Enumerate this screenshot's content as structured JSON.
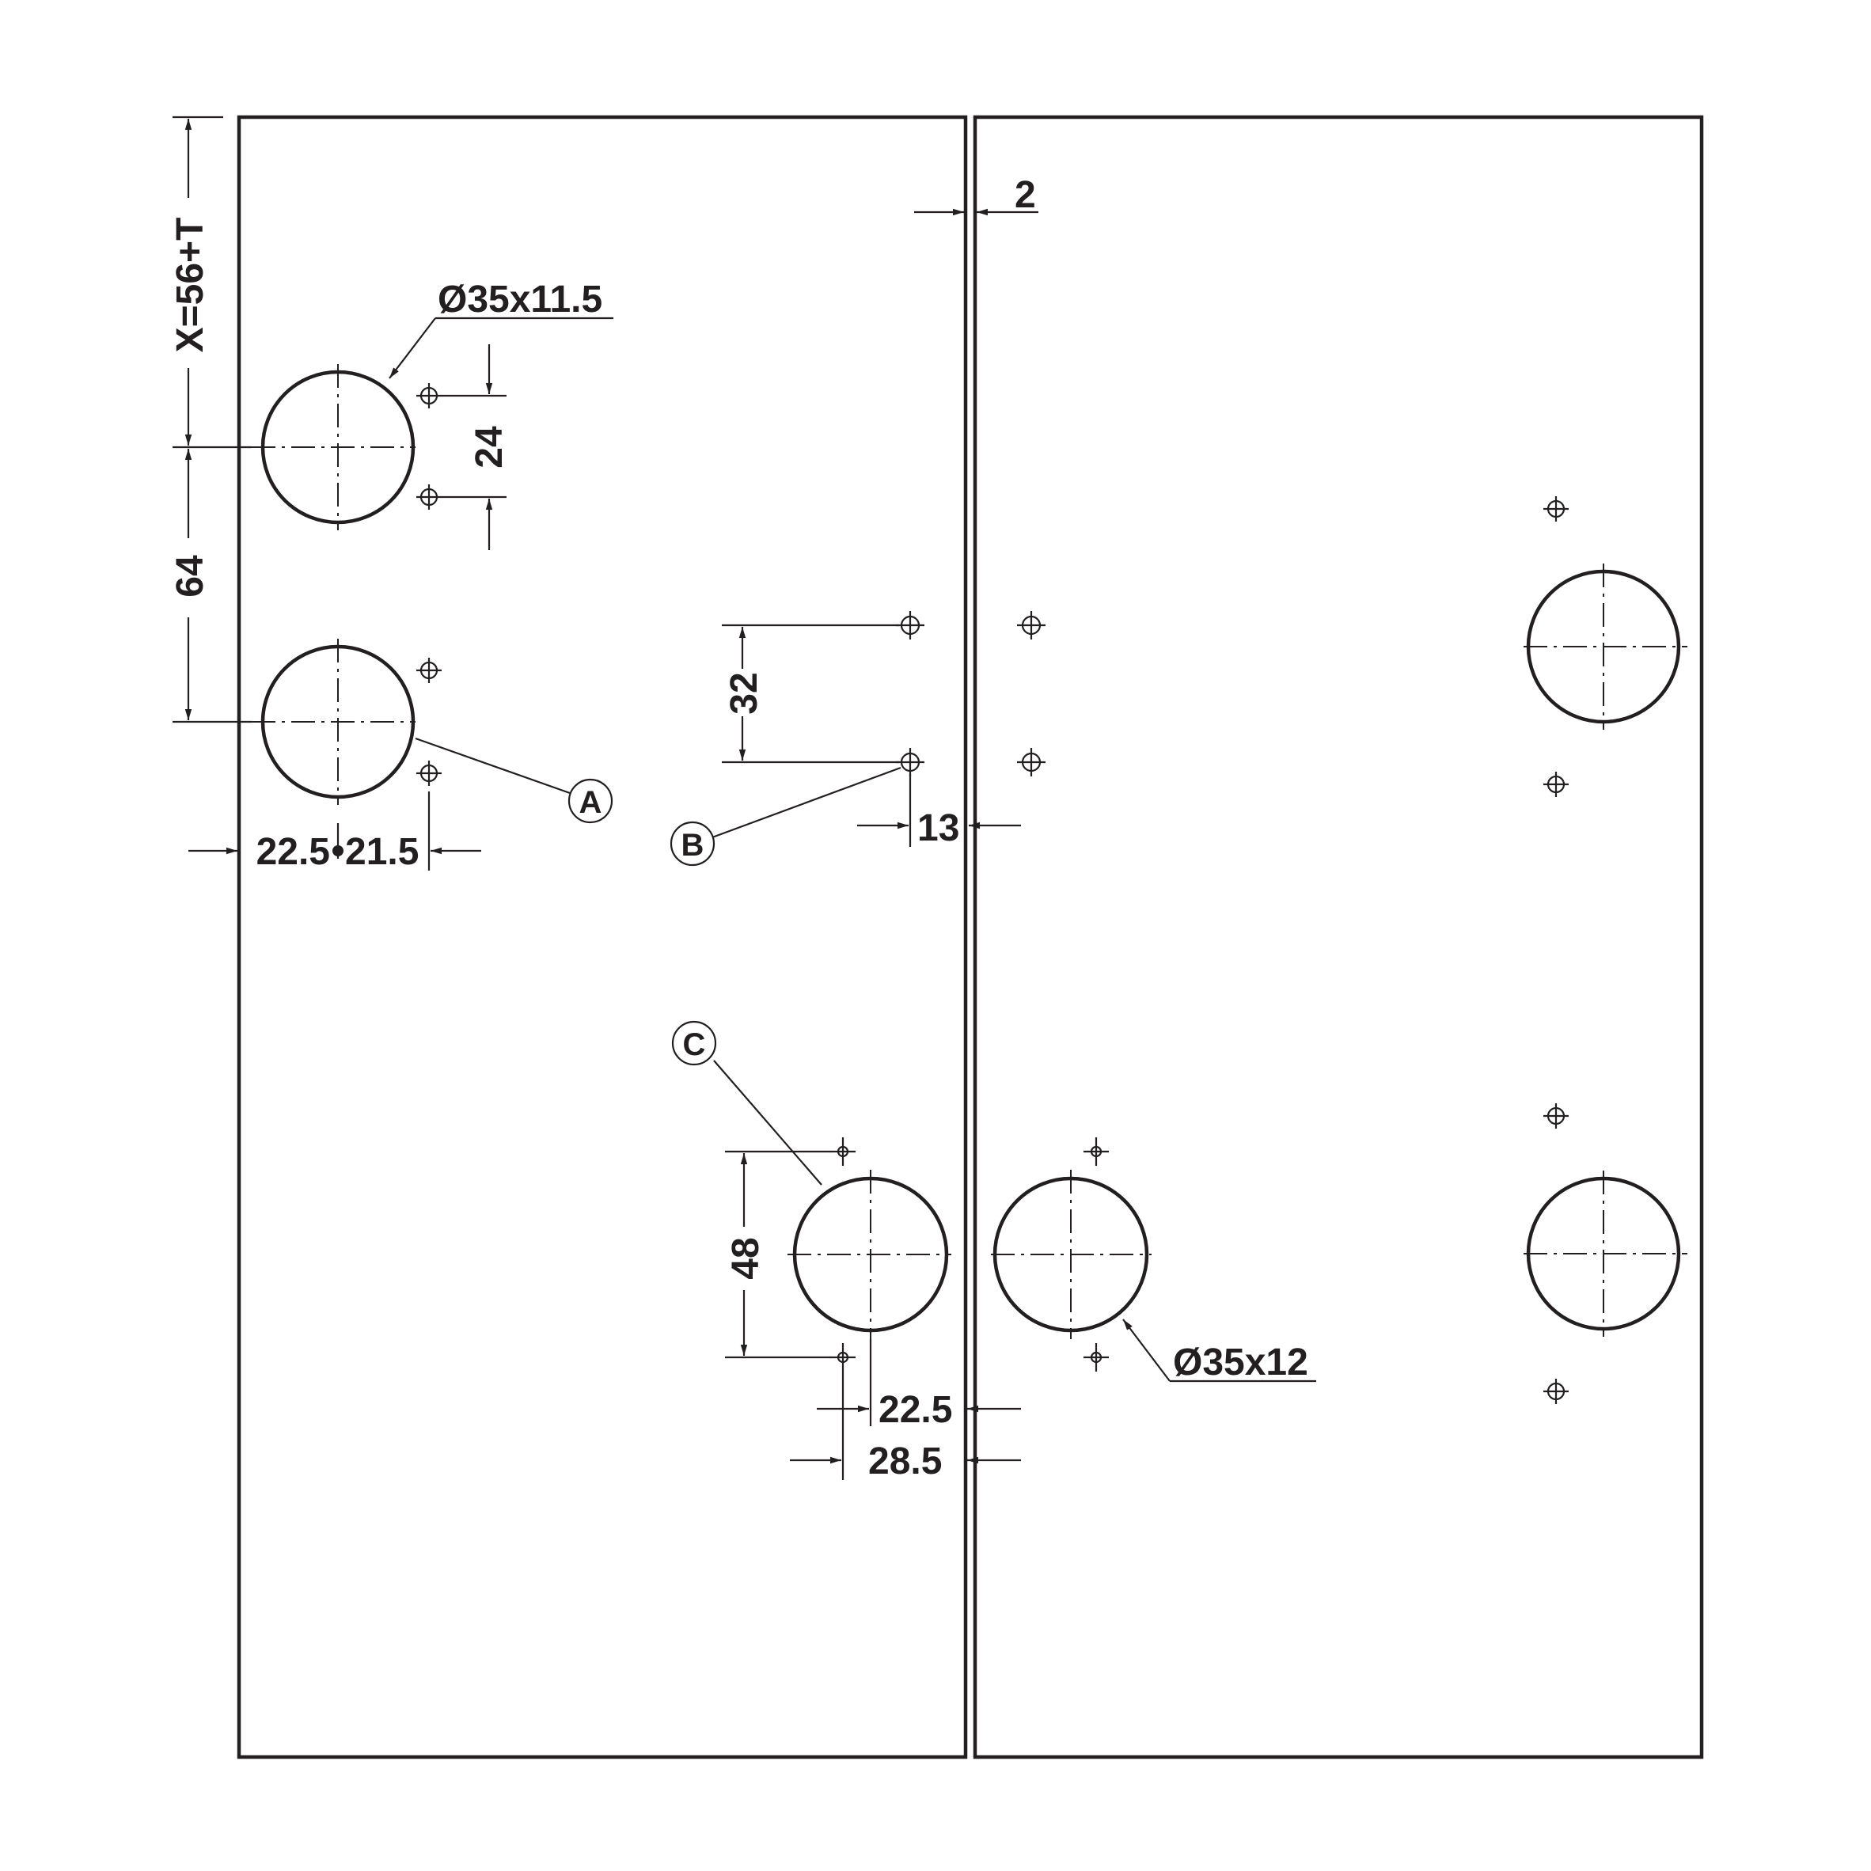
{
  "dimensions": {
    "x_formula": "X=56+T",
    "bore_1": "Ø35x11.5",
    "bore_2": "Ø35x12",
    "gap": "2",
    "pitch_24": "24",
    "pitch_64": "64",
    "pitch_32": "32",
    "pitch_48": "48",
    "offset_13": "13",
    "edge_22_5_left": "22.5",
    "edge_21_5": "21.5",
    "edge_22_5_bottom": "22.5",
    "edge_28_5": "28.5"
  },
  "callouts": {
    "a": "A",
    "b": "B",
    "c": "C"
  },
  "colors": {
    "line": "#231f20",
    "background": "#ffffff"
  }
}
